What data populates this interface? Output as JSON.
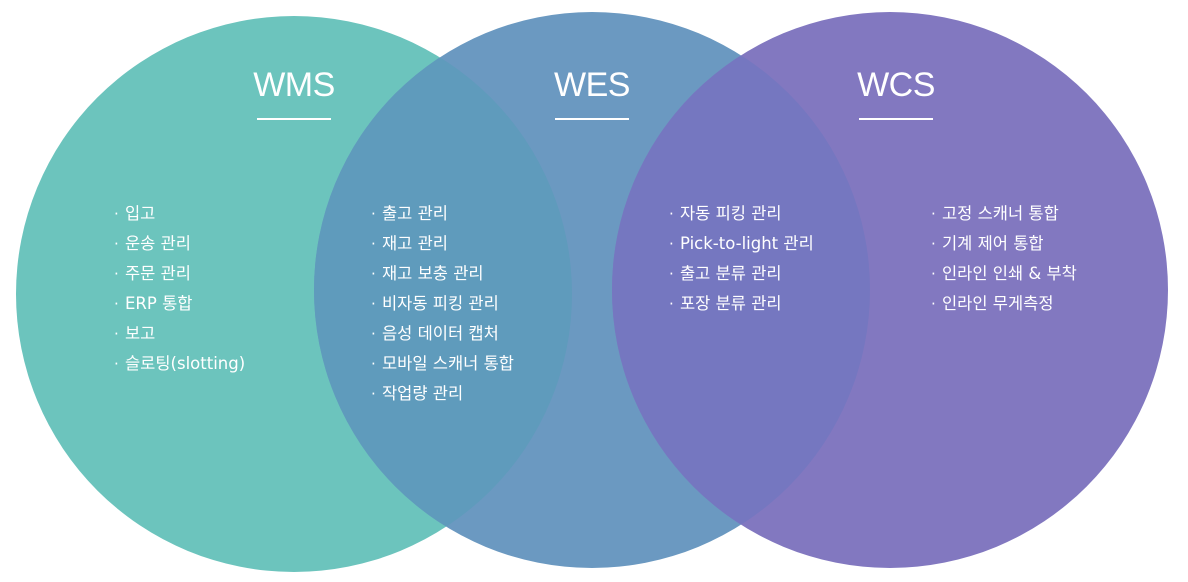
{
  "colors": {
    "wms": "#6cc4bd",
    "wes": "#6b99c1",
    "wcs": "#8278c0",
    "wms_wes": "#5f9bbc",
    "wes_wcs": "#7577c0",
    "text": "#ffffff"
  },
  "bullet": "·",
  "sets": [
    {
      "id": "wms",
      "title": "WMS",
      "items": [
        "입고",
        "운송 관리",
        "주문 관리",
        "ERP 통합",
        "보고",
        "슬로팅(slotting)"
      ]
    },
    {
      "id": "wes",
      "title": "WES",
      "items": []
    },
    {
      "id": "wcs",
      "title": "WCS",
      "items": [
        "고정 스캐너 통합",
        "기계 제어 통합",
        "인라인 인쇄 & 부착",
        "인라인 무게측정"
      ]
    }
  ],
  "overlaps": [
    {
      "id": "wms-wes",
      "items": [
        "출고 관리",
        "재고 관리",
        "재고 보충 관리",
        "비자동 피킹 관리",
        "음성 데이터 캡처",
        "모바일 스캐너 통합",
        "작업량 관리"
      ]
    },
    {
      "id": "wes-wcs",
      "items": [
        "자동 피킹 관리",
        "Pick-to-light 관리",
        "출고 분류 관리",
        "포장 분류 관리"
      ]
    }
  ]
}
